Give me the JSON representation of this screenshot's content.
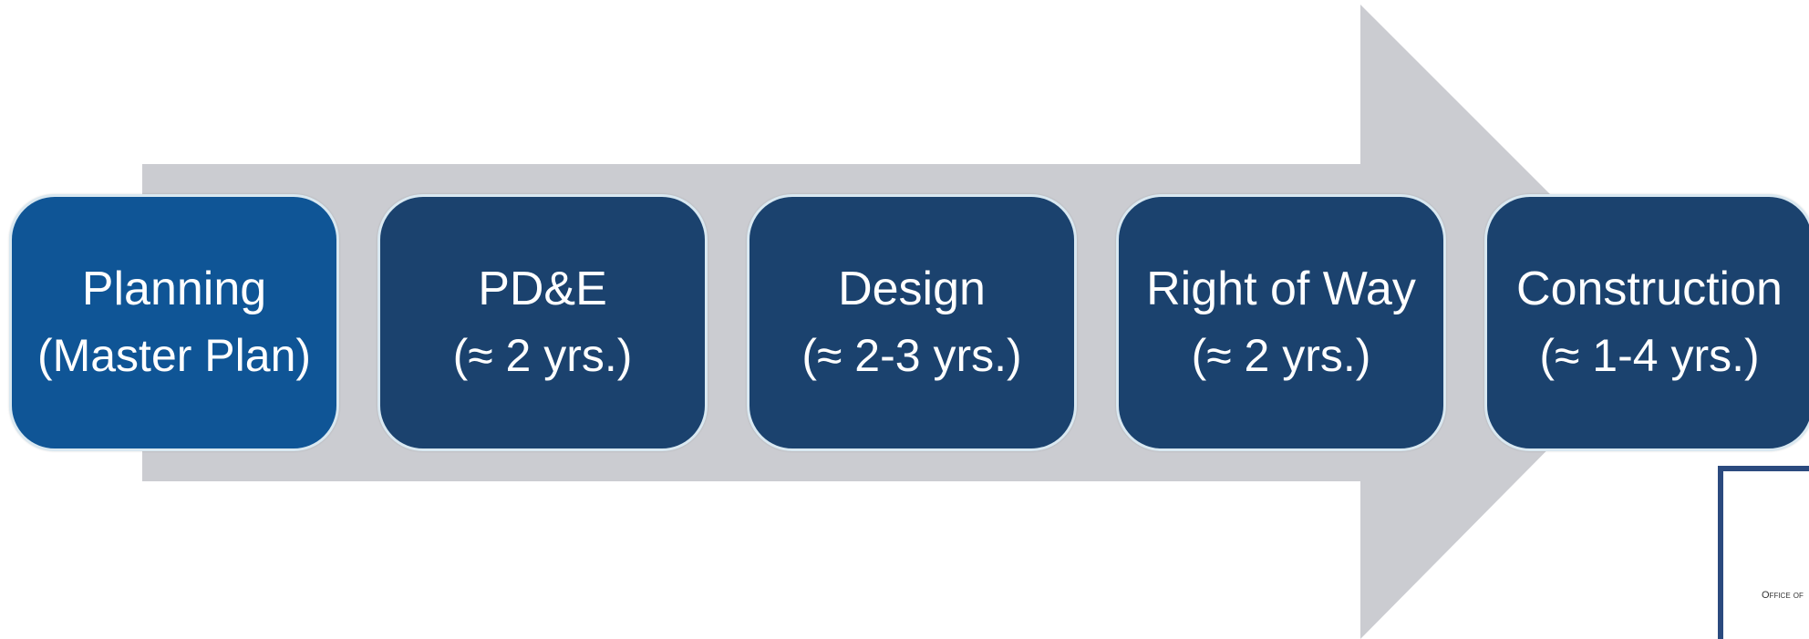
{
  "diagram": {
    "type": "process-flow",
    "colors": {
      "arrow": "#cbccd1",
      "step_fill": "#1b426e",
      "step_fill_highlight": "#0f5596",
      "step_border": "#d9e8f1",
      "text": "#ffffff"
    },
    "steps": [
      {
        "name": "Planning",
        "duration": "(Master Plan)",
        "highlight": true
      },
      {
        "name": "PD&E",
        "duration": "(≈ 2 yrs.)",
        "highlight": false
      },
      {
        "name": "Design",
        "duration": "(≈ 2-3 yrs.)",
        "highlight": false
      },
      {
        "name": "Right of Way",
        "duration": "(≈ 2 yrs.)",
        "highlight": false
      },
      {
        "name": "Construction",
        "duration": "(≈ 1-4 yrs.)",
        "highlight": false
      }
    ]
  },
  "document_thumbnail": {
    "visible_text": "Office of"
  }
}
